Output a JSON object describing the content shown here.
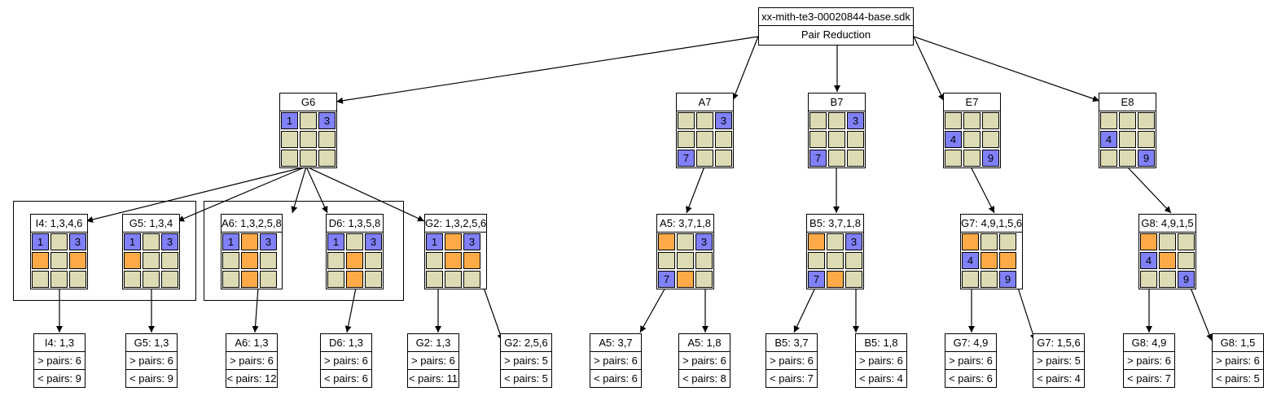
{
  "colors": {
    "empty": "#dcdbb4",
    "given": "#8080f8",
    "highlight": "#ffaa48",
    "edge": "#000000"
  },
  "root": {
    "title": "xx-mith-te3-00020844-base.sdk",
    "subtitle": "Pair Reduction"
  },
  "groups": [
    {
      "label": "G6",
      "cells": [
        [
          "1",
          "g"
        ],
        [
          "",
          "e"
        ],
        [
          "3",
          "g"
        ],
        [
          "",
          "e"
        ],
        [
          "",
          "e"
        ],
        [
          "",
          "e"
        ],
        [
          "",
          "e"
        ],
        [
          "",
          "e"
        ],
        [
          "",
          "e"
        ]
      ]
    },
    {
      "label": "A7",
      "cells": [
        [
          "",
          "e"
        ],
        [
          "",
          "e"
        ],
        [
          "3",
          "g"
        ],
        [
          "",
          "e"
        ],
        [
          "",
          "e"
        ],
        [
          "",
          "e"
        ],
        [
          "7",
          "g"
        ],
        [
          "",
          "e"
        ],
        [
          "",
          "e"
        ]
      ]
    },
    {
      "label": "B7",
      "cells": [
        [
          "",
          "e"
        ],
        [
          "",
          "e"
        ],
        [
          "3",
          "g"
        ],
        [
          "",
          "e"
        ],
        [
          "",
          "e"
        ],
        [
          "",
          "e"
        ],
        [
          "7",
          "g"
        ],
        [
          "",
          "e"
        ],
        [
          "",
          "e"
        ]
      ]
    },
    {
      "label": "E7",
      "cells": [
        [
          "",
          "e"
        ],
        [
          "",
          "e"
        ],
        [
          "",
          "e"
        ],
        [
          "4",
          "g"
        ],
        [
          "",
          "e"
        ],
        [
          "",
          "e"
        ],
        [
          "",
          "e"
        ],
        [
          "",
          "e"
        ],
        [
          "9",
          "g"
        ]
      ]
    },
    {
      "label": "E8",
      "cells": [
        [
          "",
          "e"
        ],
        [
          "",
          "e"
        ],
        [
          "",
          "e"
        ],
        [
          "4",
          "g"
        ],
        [
          "",
          "e"
        ],
        [
          "",
          "e"
        ],
        [
          "",
          "e"
        ],
        [
          "",
          "e"
        ],
        [
          "9",
          "g"
        ]
      ]
    }
  ],
  "candidates": [
    {
      "label": "I4: 1,3,4,6",
      "cells": [
        [
          "1",
          "g"
        ],
        [
          "",
          "e"
        ],
        [
          "3",
          "g"
        ],
        [
          "",
          "h"
        ],
        [
          "",
          "e"
        ],
        [
          "",
          "h"
        ],
        [
          "",
          "e"
        ],
        [
          "",
          "e"
        ],
        [
          "",
          "e"
        ]
      ]
    },
    {
      "label": "G5: 1,3,4",
      "cells": [
        [
          "1",
          "g"
        ],
        [
          "",
          "e"
        ],
        [
          "3",
          "g"
        ],
        [
          "",
          "h"
        ],
        [
          "",
          "e"
        ],
        [
          "",
          "e"
        ],
        [
          "",
          "e"
        ],
        [
          "",
          "e"
        ],
        [
          "",
          "e"
        ]
      ]
    },
    {
      "label": "A6: 1,3,2,5,8",
      "cells": [
        [
          "1",
          "g"
        ],
        [
          "",
          "h"
        ],
        [
          "3",
          "g"
        ],
        [
          "",
          "e"
        ],
        [
          "",
          "h"
        ],
        [
          "",
          "e"
        ],
        [
          "",
          "e"
        ],
        [
          "",
          "h"
        ],
        [
          "",
          "e"
        ]
      ]
    },
    {
      "label": "D6: 1,3,5,8",
      "cells": [
        [
          "1",
          "g"
        ],
        [
          "",
          "e"
        ],
        [
          "3",
          "g"
        ],
        [
          "",
          "e"
        ],
        [
          "",
          "h"
        ],
        [
          "",
          "e"
        ],
        [
          "",
          "e"
        ],
        [
          "",
          "h"
        ],
        [
          "",
          "e"
        ]
      ]
    },
    {
      "label": "G2: 1,3,2,5,6",
      "cells": [
        [
          "1",
          "g"
        ],
        [
          "",
          "h"
        ],
        [
          "3",
          "g"
        ],
        [
          "",
          "e"
        ],
        [
          "",
          "h"
        ],
        [
          "",
          "h"
        ],
        [
          "",
          "e"
        ],
        [
          "",
          "e"
        ],
        [
          "",
          "e"
        ]
      ]
    },
    {
      "label": "A5: 3,7,1,8",
      "cells": [
        [
          "",
          "h"
        ],
        [
          "",
          "e"
        ],
        [
          "3",
          "g"
        ],
        [
          "",
          "e"
        ],
        [
          "",
          "e"
        ],
        [
          "",
          "e"
        ],
        [
          "7",
          "g"
        ],
        [
          "",
          "h"
        ],
        [
          "",
          "e"
        ]
      ]
    },
    {
      "label": "B5: 3,7,1,8",
      "cells": [
        [
          "",
          "h"
        ],
        [
          "",
          "e"
        ],
        [
          "3",
          "g"
        ],
        [
          "",
          "e"
        ],
        [
          "",
          "e"
        ],
        [
          "",
          "e"
        ],
        [
          "7",
          "g"
        ],
        [
          "",
          "h"
        ],
        [
          "",
          "e"
        ]
      ]
    },
    {
      "label": "G7: 4,9,1,5,6",
      "cells": [
        [
          "",
          "h"
        ],
        [
          "",
          "e"
        ],
        [
          "",
          "e"
        ],
        [
          "4",
          "g"
        ],
        [
          "",
          "h"
        ],
        [
          "",
          "h"
        ],
        [
          "",
          "e"
        ],
        [
          "",
          "e"
        ],
        [
          "9",
          "g"
        ]
      ]
    },
    {
      "label": "G8: 4,9,1,5",
      "cells": [
        [
          "",
          "h"
        ],
        [
          "",
          "e"
        ],
        [
          "",
          "e"
        ],
        [
          "4",
          "g"
        ],
        [
          "",
          "h"
        ],
        [
          "",
          "e"
        ],
        [
          "",
          "e"
        ],
        [
          "",
          "e"
        ],
        [
          "9",
          "g"
        ]
      ]
    }
  ],
  "leaves": [
    {
      "label": "I4: 1,3",
      "more": "> pairs: 6",
      "less": "< pairs: 9"
    },
    {
      "label": "G5: 1,3",
      "more": "> pairs: 6",
      "less": "< pairs: 9"
    },
    {
      "label": "A6: 1,3",
      "more": "> pairs: 6",
      "less": "< pairs: 12"
    },
    {
      "label": "D6: 1,3",
      "more": "> pairs: 6",
      "less": "< pairs: 6"
    },
    {
      "label": "G2: 1,3",
      "more": "> pairs: 6",
      "less": "< pairs: 11"
    },
    {
      "label": "G2: 2,5,6",
      "more": "> pairs: 5",
      "less": "< pairs: 5"
    },
    {
      "label": "A5: 3,7",
      "more": "> pairs: 6",
      "less": "< pairs: 6"
    },
    {
      "label": "A5: 1,8",
      "more": "> pairs: 6",
      "less": "< pairs: 8"
    },
    {
      "label": "B5: 3,7",
      "more": "> pairs: 6",
      "less": "< pairs: 7"
    },
    {
      "label": "B5: 1,8",
      "more": "> pairs: 6",
      "less": "< pairs: 4"
    },
    {
      "label": "G7: 4,9",
      "more": "> pairs: 6",
      "less": "< pairs: 6"
    },
    {
      "label": "G7: 1,5,6",
      "more": "> pairs: 5",
      "less": "< pairs: 4"
    },
    {
      "label": "G8: 4,9",
      "more": "> pairs: 6",
      "less": "< pairs: 7"
    },
    {
      "label": "G8: 1,5",
      "more": "> pairs: 6",
      "less": "< pairs: 5"
    }
  ]
}
